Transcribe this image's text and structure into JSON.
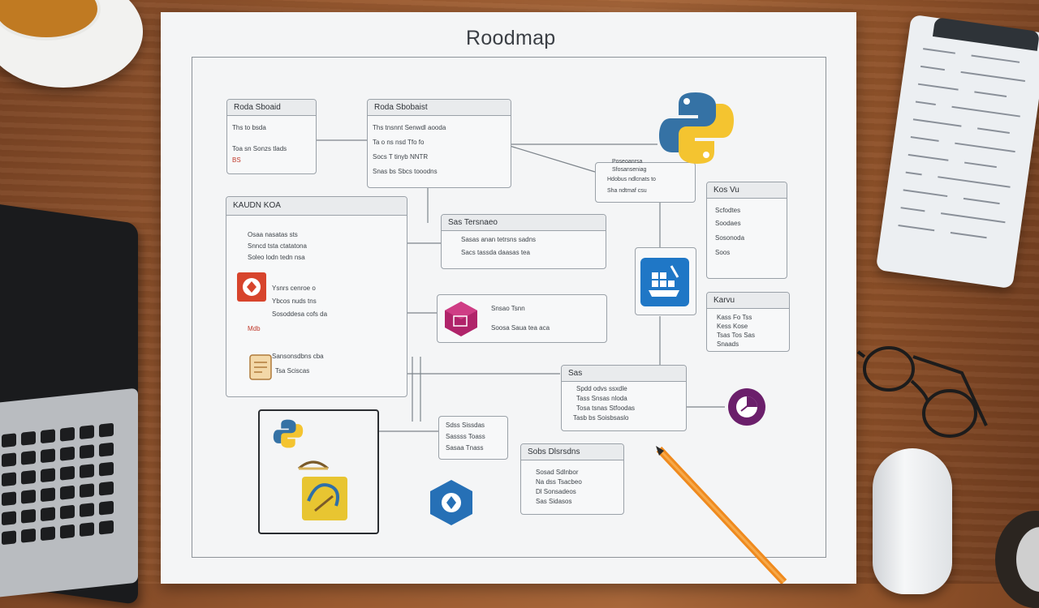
{
  "title": "Roodmap",
  "boxes": {
    "b1": {
      "header": "Roda Sboaid",
      "lines": [
        "Ths to  bsda",
        "Toa sn Sonzs  tlads"
      ],
      "red": "BS"
    },
    "b2": {
      "header": "Roda Sbobaist",
      "lines": [
        "Ths tnsnnt  Senwdl  aooda",
        "Ta  o   ns  nsd  Tfo  fo",
        "Socs  T  tinyb   NNTR",
        "Snas bs  Sbcs  tooodns"
      ]
    },
    "b3": {
      "header": "KAUDN KOA",
      "lines": [
        "Osaa  nasatas  sts",
        "Snncd  tsta  ctatatona",
        "Soleo  lodn  tedn  nsa",
        "Ysnrs  cenroe  o",
        "Ybcos  nuds  tns",
        "Sosoddesa  cofs  da",
        "Mdb",
        "Sansonsdbns  cba",
        "Tsa  Sciscas"
      ]
    },
    "b4": {
      "header": "Sas  Tersnaeo",
      "lines": [
        "Sasas  anan  tetrsns  sadns",
        "Sacs  tassda  daasas  tea"
      ]
    },
    "b5": {
      "header": "",
      "lines": [
        "Snsao  Tsnn",
        "Soosa  Saua  tea  aca"
      ]
    },
    "b6": {
      "header": "",
      "lines": [
        "Poseoanrsa",
        "Sfosanseniag",
        "Hdobus  ndlcnats  to",
        "Sha  ndtmaf  csu"
      ]
    },
    "b7": {
      "header": "Kos  Vu",
      "lines": [
        "Scfodtes",
        "Soodaes",
        "Sosonoda",
        "Soos"
      ]
    },
    "b8": {
      "header": "Karvu",
      "lines": [
        "Kass  Fo  Tss",
        "Kess  Kose",
        "Tsas  Tos  Sas",
        "Snaads"
      ]
    },
    "b9": {
      "header": "Sas",
      "lines": [
        "Spdd  odvs  ssxdle",
        "Tass  Snsas  nloda",
        "Tosa  tsnas  Stfoodas",
        "Tasb  bs  Soisbsaslo"
      ]
    },
    "b10": {
      "header": "",
      "lines": [
        "Sdss  Sissdas",
        "Sassss  Toass",
        "Sasaa  Tnass"
      ]
    },
    "b11": {
      "header": "Sobs  Dlsrsdns",
      "lines": [
        "Sosad  Sdlnbor",
        "Na  dss  Tsacbeo",
        "Dl  Sonsadeos",
        "Sas  Sidasos"
      ]
    }
  },
  "icons": [
    "python-logo",
    "docker-logo",
    "security-logo",
    "package-cube-logo",
    "notes-logo",
    "browser-logo",
    "hexagon-logo",
    "chart-logo"
  ],
  "colors": {
    "paper": "#f4f5f6",
    "python_blue": "#3572a5",
    "python_yellow": "#f4c430",
    "magenta": "#b0246a",
    "docker_blue": "#1f77c6",
    "purple": "#6b1f6b"
  }
}
